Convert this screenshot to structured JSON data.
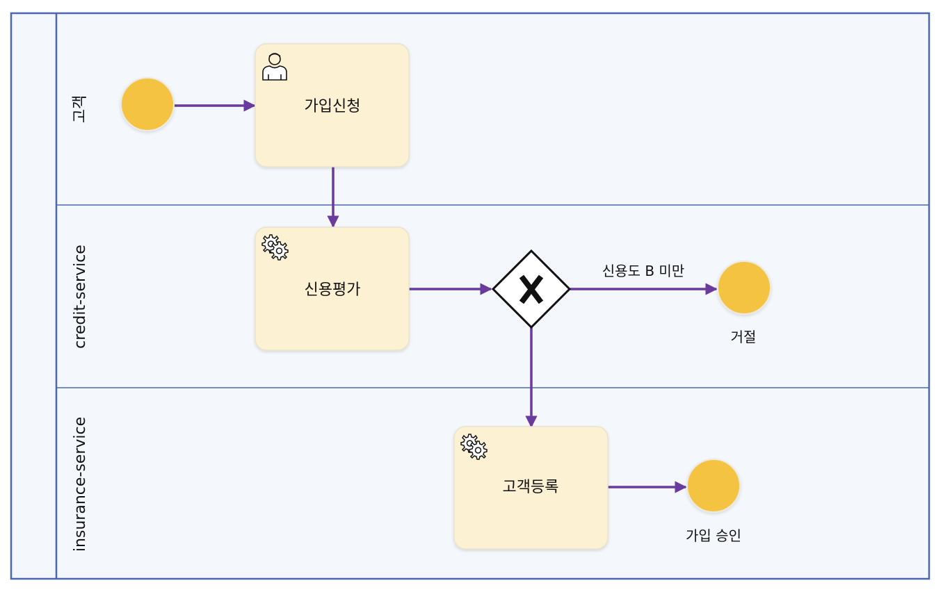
{
  "lanes": [
    {
      "label": "고객"
    },
    {
      "label": "credit-service"
    },
    {
      "label": "insurance-service"
    }
  ],
  "tasks": {
    "signup_request": {
      "label": "가입신청",
      "icon": "user-icon"
    },
    "credit_evaluation": {
      "label": "신용평가",
      "icon": "gear-icon"
    },
    "customer_registration": {
      "label": "고객등록",
      "icon": "gear-icon"
    }
  },
  "gateway": {
    "icon": "x-icon"
  },
  "flows": {
    "reject_condition": "신용도 B 미만"
  },
  "events": {
    "reject": {
      "label": "거절"
    },
    "approve": {
      "label": "가입 승인"
    }
  },
  "colors": {
    "pool_border": "#4a67b0",
    "pool_fill": "#f4f7fb",
    "task_fill": "#fcf1d2",
    "task_stroke": "#e9e2cc",
    "event_fill": "#f5c342",
    "flow": "#6a3a9e",
    "gateway_fill": "#ffffff",
    "gateway_stroke": "#111111"
  }
}
